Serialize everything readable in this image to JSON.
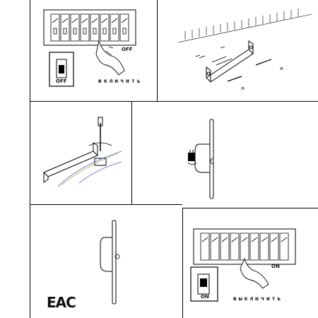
{
  "steps": {
    "step1": {
      "breaker_label": "OFF",
      "switch_label": "OFF",
      "caption": "включить"
    },
    "step6": {
      "breaker_label": "ON",
      "switch_label": "ON",
      "caption": "выключить"
    }
  },
  "marks": {
    "certification": "EAC"
  }
}
